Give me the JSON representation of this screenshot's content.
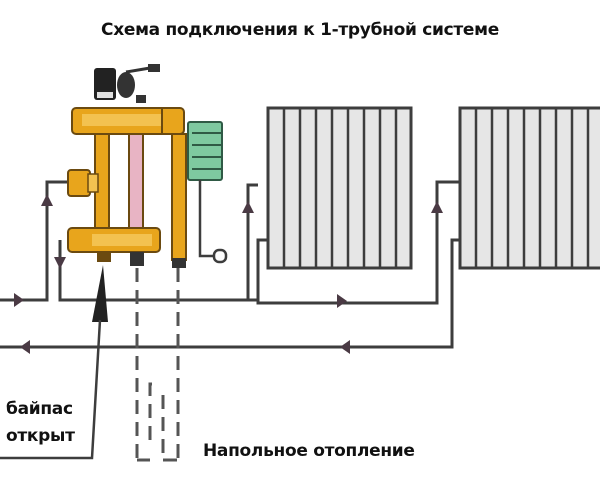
{
  "title": "Схема подключения к 1-трубной системе",
  "labels": {
    "bypass_line1": "байпас",
    "bypass_line2": "открыт",
    "floor_heating": "Напольное отопление"
  },
  "components": {
    "radiator_count": 2,
    "radiator_sections": 9
  },
  "colors": {
    "pipe": "#3d3d3d",
    "manifold": "#e8a51c",
    "manifold_outline": "#6b4a10",
    "pink_tube": "#e8b4c4",
    "pump": "#7ec9a0",
    "pump_dark": "#2f5a45",
    "radiator_fill": "#e6e6e6"
  }
}
